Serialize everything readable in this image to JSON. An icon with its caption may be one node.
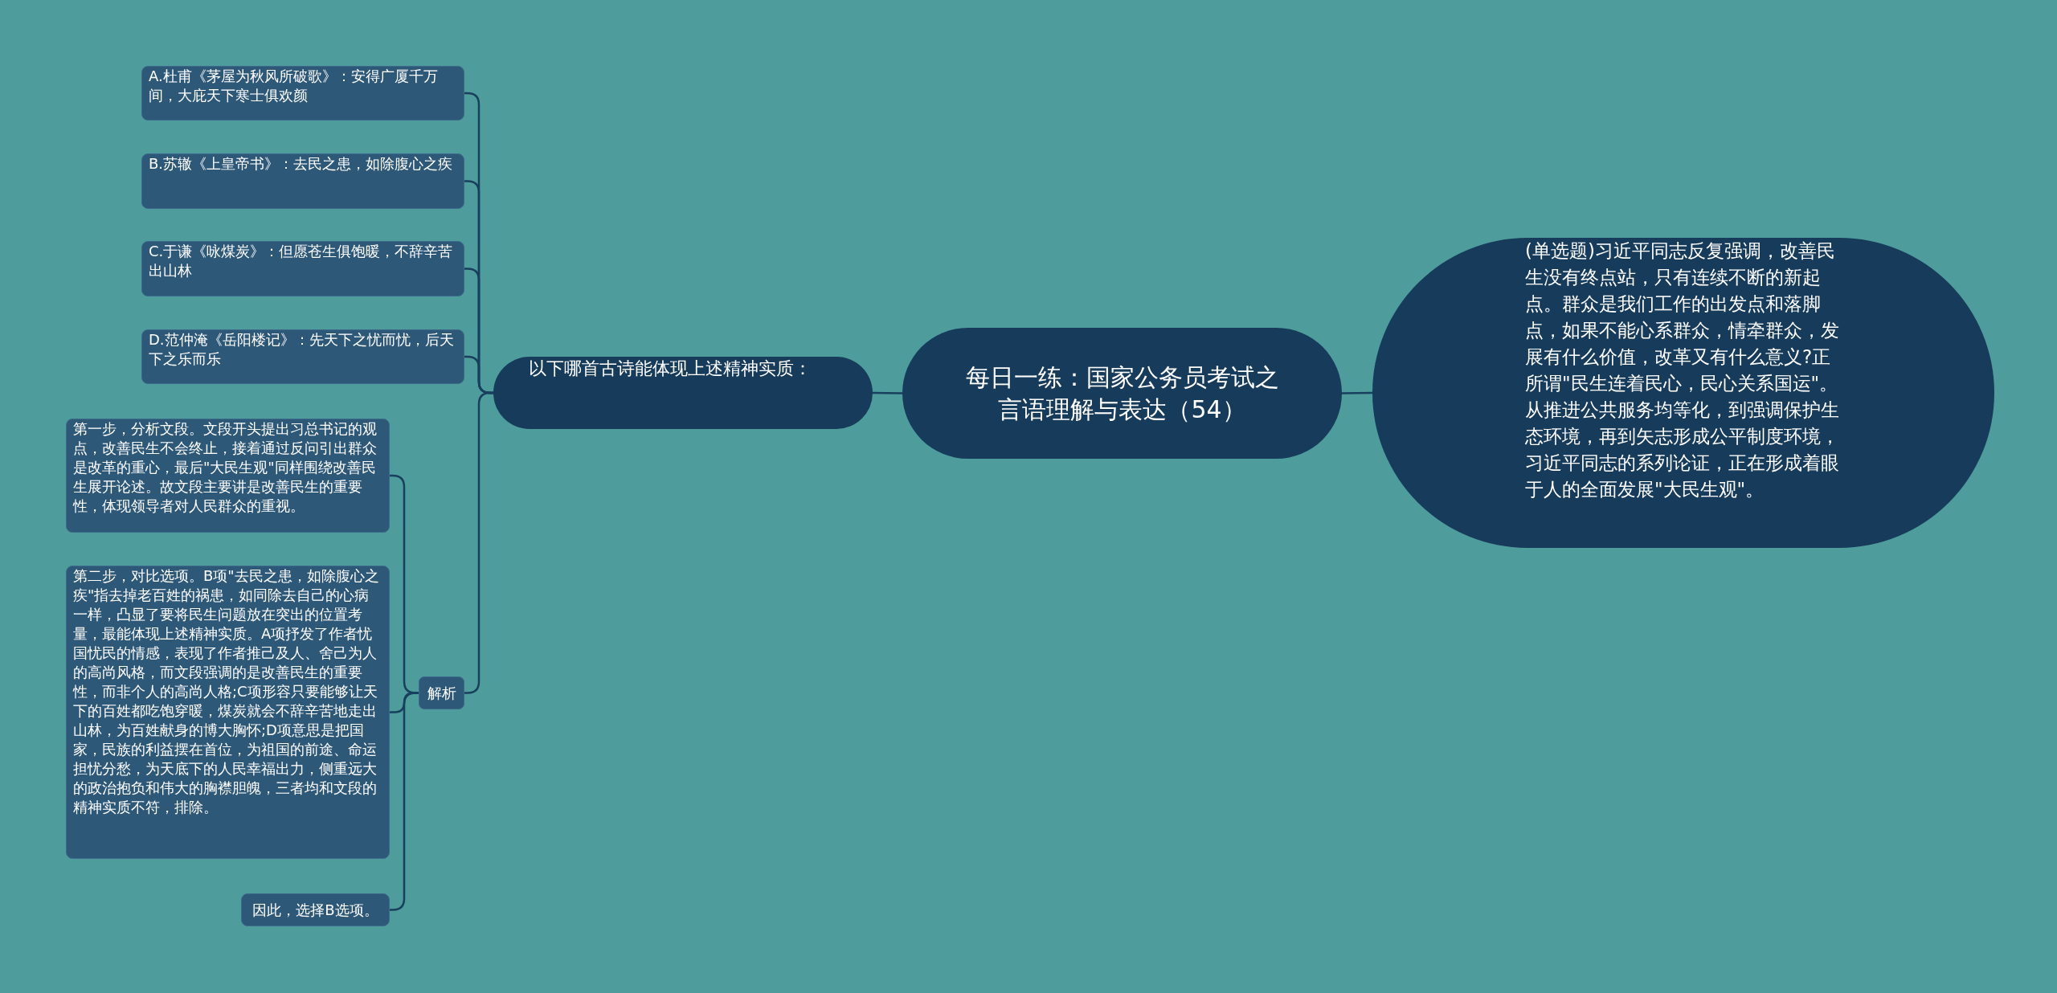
{
  "diagram": {
    "nodes": [
      {
        "text": [
          "每日一练：国家公务员考试之言语理解与表达（54）"
        ]
      },
      {
        "text": [
          "(单选题)习近平同志反复强调，改善民生没有终点站，只有连续不断的新起点。群众是我们工作的出发点和落脚点，如果不能心系群众，情牵群众，发展有什么价值，改革又有什么意义?正所谓\"民生连着民心，民心关系国运\"。从推进公共服务均等化，到强调保护生态环境，再到矢志形成公平制度环境，习近平同志的系列论证，正在形成着眼于人的全面发展\"大民生观\"。"
        ]
      },
      {
        "text": [
          "以下哪首古诗能体现上述精神实质："
        ]
      },
      {
        "text": [
          "A.杜甫《茅屋为秋风所破歌》：安得广厦千万间，大庇天下寒士俱欢颜"
        ]
      },
      {
        "text": [
          "B.苏辙《上皇帝书》：去民之患，如除腹心之疾"
        ]
      },
      {
        "text": [
          "C.于谦《咏煤炭》：但愿苍生俱饱暖，不辞辛苦出山林"
        ]
      },
      {
        "text": [
          "D.范仲淹《岳阳楼记》：先天下之忧而忧，后天下之乐而乐"
        ]
      },
      {
        "text": [
          "解析"
        ]
      },
      {
        "text": [
          "第一步，分析文段。文段开头提出习总书记的观点，改善民生不会终止，接着通过反问引出群众是改革的重心，最后\"大民生观\"同样围绕改善民生展开论述。故文段主要讲是改善民生的重要性，体现领导者对人民群众的重视。"
        ]
      },
      {
        "text": [
          "第二步，对比选项。B项\"去民之患，如除腹心之疾\"指去掉老百姓的祸患，如同除去自己的心病一样，凸显了要将民生问题放在突出的位置考量，最能体现上述精神实质。A项抒发了作者忧国忧民的情感，表现了作者推己及人、舍己为人的高尚风格，而文段强调的是改善民生的重要性，而非个人的高尚人格;C项形容只要能够让天下的百姓都吃饱穿暖，煤炭就会不辞辛苦地走出山林，为百姓献身的博大胸怀;D项意思是把国家，民族的利益摆在首位，为祖国的前途、命运担忧分愁，为天底下的人民幸福出力，侧重远大的政治抱负和伟大的胸襟胆魄，三者均和文段的精神实质不符，排除。"
        ]
      },
      {
        "text": [
          "因此，选择B选项。"
        ]
      }
    ],
    "edges": [
      {
        "from": 0,
        "to": 2,
        "arrow": "none"
      },
      {
        "from": 0,
        "to": 1,
        "arrow": "none"
      },
      {
        "from": 2,
        "to": 3,
        "arrow": "none"
      },
      {
        "from": 2,
        "to": 4,
        "arrow": "none"
      },
      {
        "from": 2,
        "to": 5,
        "arrow": "none"
      },
      {
        "from": 2,
        "to": 6,
        "arrow": "none"
      },
      {
        "from": 2,
        "to": 7,
        "arrow": "none"
      },
      {
        "from": 7,
        "to": 8,
        "arrow": "none"
      },
      {
        "from": 7,
        "to": 9,
        "arrow": "none"
      },
      {
        "from": 7,
        "to": 10,
        "arrow": "none"
      }
    ]
  }
}
